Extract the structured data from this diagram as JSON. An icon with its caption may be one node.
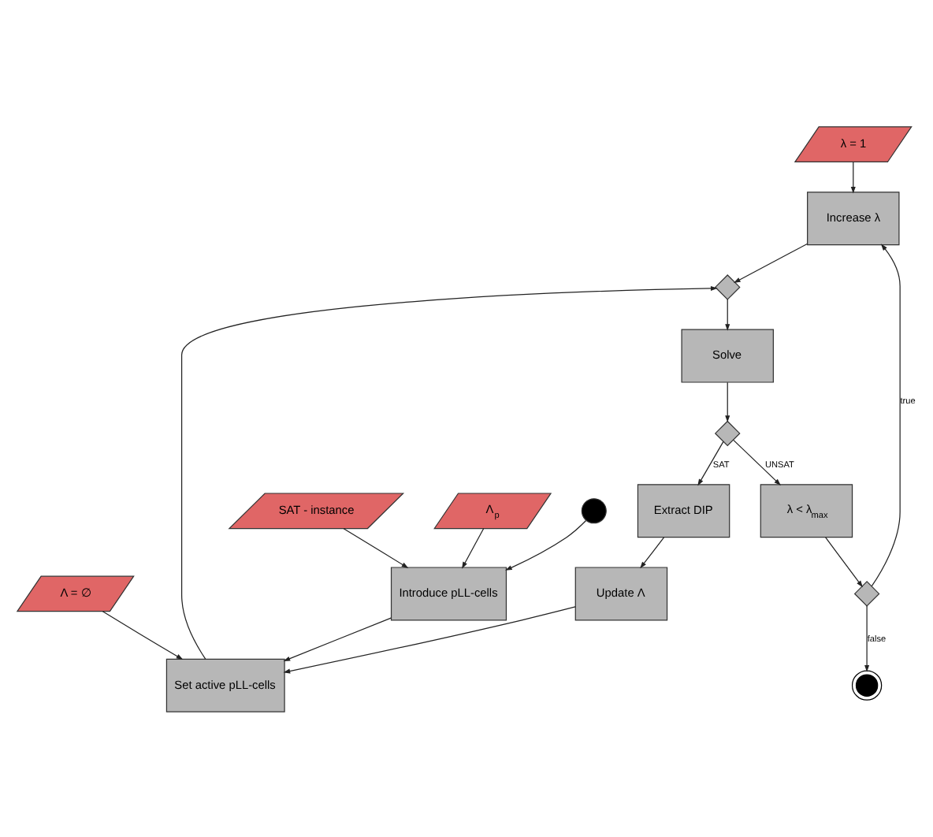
{
  "diagram": {
    "nodes": [
      {
        "text": [
          "λ = 1"
        ]
      },
      {
        "text": [
          "Increase λ"
        ]
      },
      {
        "text": [],
        "shape": "diamond"
      },
      {
        "text": [],
        "shape": "circle"
      },
      {
        "text": [],
        "shape": "circle"
      },
      {
        "text": [
          "λ < λ$_{max}$"
        ]
      },
      {
        "text": [
          "SAT - instance"
        ]
      },
      {
        "text": [
          "Λ$_{p}$"
        ]
      },
      {
        "text": [
          "Introduce pLL-cells"
        ]
      },
      {
        "text": [],
        "shape": "diamond"
      },
      {
        "text": [
          "Extract DIP"
        ]
      },
      {
        "text": [
          "Λ = ∅"
        ]
      },
      {
        "text": [
          "Set active pLL-cells"
        ]
      },
      {
        "text": [],
        "shape": "diamond"
      },
      {
        "text": [
          "Solve"
        ]
      },
      {
        "text": [
          "Update Λ"
        ]
      }
    ],
    "edges": [
      {
        "from": 0,
        "to": 1,
        "arrow": "to"
      },
      {
        "from": 1,
        "to": 13,
        "arrow": "to"
      },
      {
        "from": 2,
        "to": 1,
        "arrow": "to",
        "label": "true"
      },
      {
        "from": 2,
        "to": 3,
        "arrow": "to",
        "label": "false"
      },
      {
        "from": 5,
        "to": 2,
        "arrow": "to"
      },
      {
        "from": 4,
        "to": 8,
        "arrow": "to"
      },
      {
        "from": 6,
        "to": 8,
        "arrow": "to"
      },
      {
        "from": 7,
        "to": 8,
        "arrow": "to"
      },
      {
        "from": 8,
        "to": 12,
        "arrow": "to"
      },
      {
        "from": 11,
        "to": 12,
        "arrow": "to"
      },
      {
        "from": 12,
        "to": 13,
        "arrow": "to"
      },
      {
        "from": 13,
        "to": 14,
        "arrow": "to"
      },
      {
        "from": 14,
        "to": 9,
        "arrow": "to"
      },
      {
        "from": 9,
        "to": 5,
        "arrow": "to",
        "label": "UNSAT"
      },
      {
        "from": 9,
        "to": 10,
        "arrow": "to",
        "label": "SAT"
      },
      {
        "from": 10,
        "to": 15,
        "arrow": "to"
      },
      {
        "from": 15,
        "to": 12,
        "arrow": "to"
      }
    ]
  }
}
